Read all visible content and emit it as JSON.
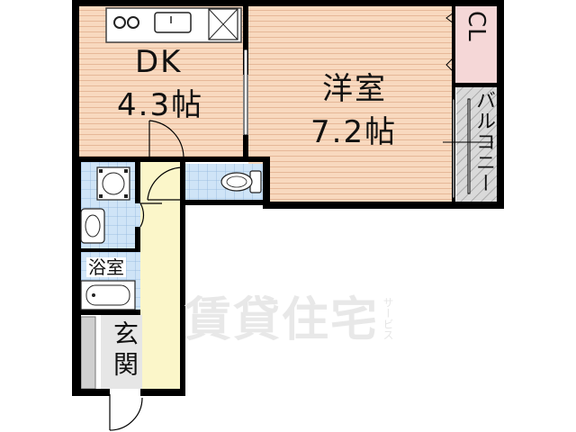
{
  "rooms": {
    "dk": {
      "name": "DK",
      "size": "4.3帖"
    },
    "western": {
      "name": "洋室",
      "size": "7.2帖"
    },
    "closet": {
      "name": "CL"
    },
    "balcony": {
      "name": "バルコニー"
    },
    "bath": {
      "name": "浴室"
    },
    "entrance": {
      "name": "玄関"
    }
  },
  "watermark": {
    "main": "賃貸住宅",
    "sub": "サービス"
  },
  "colors": {
    "floor_wood": "#f8d9bf",
    "floor_grain": "#e6b898",
    "tile_blue": "#cfe4f7",
    "tile_grid": "#8fb5dc",
    "corridor_yellow": "#fbf6c9",
    "closet_pink": "#f5d7d7",
    "balcony_gray": "#d9d9d9",
    "wall": "#000000"
  }
}
